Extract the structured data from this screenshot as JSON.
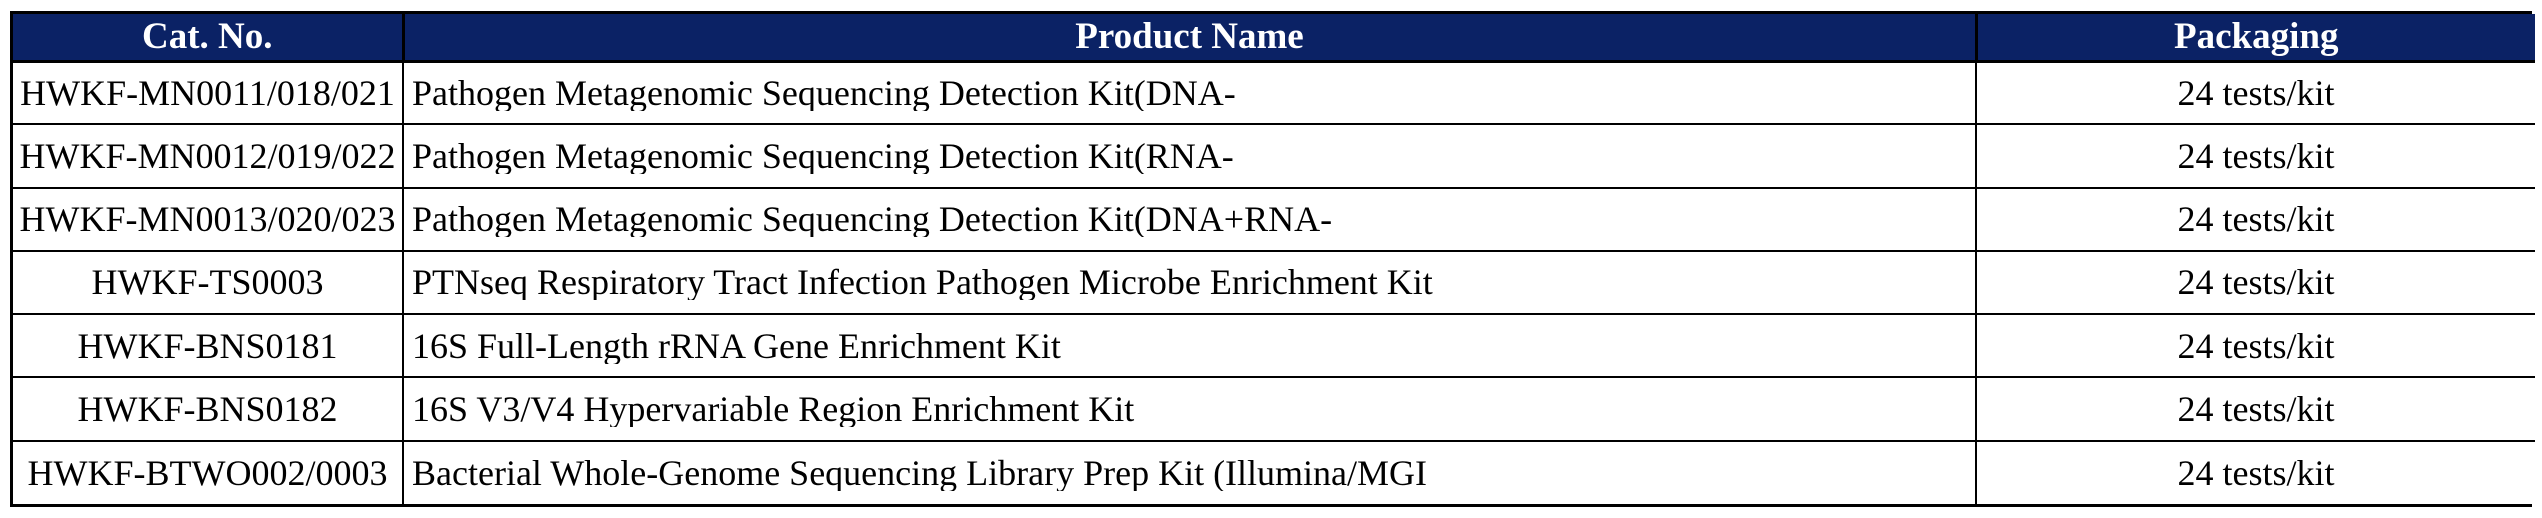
{
  "table": {
    "columns": [
      {
        "key": "cat_no",
        "label": "Cat. No.",
        "align": "center"
      },
      {
        "key": "product_name",
        "label": "Product Name",
        "align": "left"
      },
      {
        "key": "packaging",
        "label": "Packaging",
        "align": "center"
      }
    ],
    "header_background": "#0b2265",
    "header_text_color": "#ffffff",
    "border_color": "#000000",
    "rows": [
      {
        "cat_no": "HWKF-MN0011/018/021",
        "product_name": "Pathogen Metagenomic Sequencing Detection Kit(DNA-",
        "packaging": "24 tests/kit"
      },
      {
        "cat_no": "HWKF-MN0012/019/022",
        "product_name": "Pathogen Metagenomic Sequencing Detection Kit(RNA-",
        "packaging": "24 tests/kit"
      },
      {
        "cat_no": "HWKF-MN0013/020/023",
        "product_name": "Pathogen Metagenomic Sequencing Detection Kit(DNA+RNA-",
        "packaging": "24 tests/kit"
      },
      {
        "cat_no": "HWKF-TS0003",
        "product_name": "PTNseq Respiratory Tract Infection Pathogen Microbe Enrichment Kit",
        "packaging": "24 tests/kit"
      },
      {
        "cat_no": "HWKF-BNS0181",
        "product_name": "16S Full-Length rRNA Gene Enrichment Kit",
        "packaging": "24 tests/kit"
      },
      {
        "cat_no": "HWKF-BNS0182",
        "product_name": "16S V3/V4 Hypervariable Region Enrichment Kit",
        "packaging": "24 tests/kit"
      },
      {
        "cat_no": "HWKF-BTWO002/0003",
        "product_name": "Bacterial Whole-Genome Sequencing Library Prep Kit (Illumina/MGI",
        "packaging": "24 tests/kit"
      }
    ]
  }
}
